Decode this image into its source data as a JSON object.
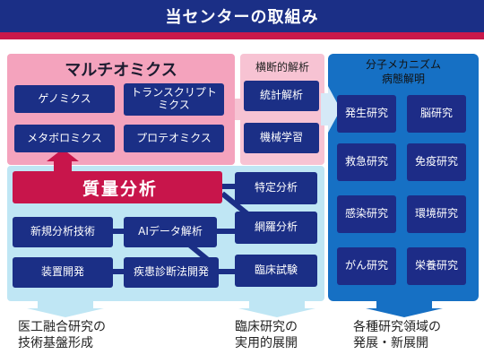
{
  "header": {
    "title": "当センターの取組み"
  },
  "multiomics": {
    "title": "マルチオミクス",
    "items": [
      "ゲノミクス",
      "トランスクリプトミクス",
      "メタボロミクス",
      "プロテオミクス"
    ]
  },
  "analysis": {
    "title": "横断的解析",
    "items": [
      "統計解析",
      "機械学習"
    ]
  },
  "mass_spec": {
    "title": "質量分析",
    "items": [
      "特定分析",
      "網羅分析",
      "新規分析技術",
      "AIデータ解析",
      "装置開発",
      "疾患診断法開発",
      "臨床試験"
    ]
  },
  "mechanism": {
    "title_line1": "分子メカニズム",
    "title_line2": "病態解明",
    "items": [
      "発生研究",
      "脳研究",
      "救急研究",
      "免疫研究",
      "感染研究",
      "環境研究",
      "がん研究",
      "栄養研究"
    ]
  },
  "captions": {
    "left_line1": "医工融合研究の",
    "left_line2": "技術基盤形成",
    "middle_line1": "臨床研究の",
    "middle_line2": "実用的展開",
    "right_line1": "各種研究領域の",
    "right_line2": "発展・新展開"
  },
  "colors": {
    "navy": "#1b2f86",
    "crimson": "#c9184a",
    "pink": "#f4a3bd",
    "light_pink": "#f7c3d3",
    "light_blue": "#bfe6f4",
    "blue_panel": "#1670c4"
  }
}
